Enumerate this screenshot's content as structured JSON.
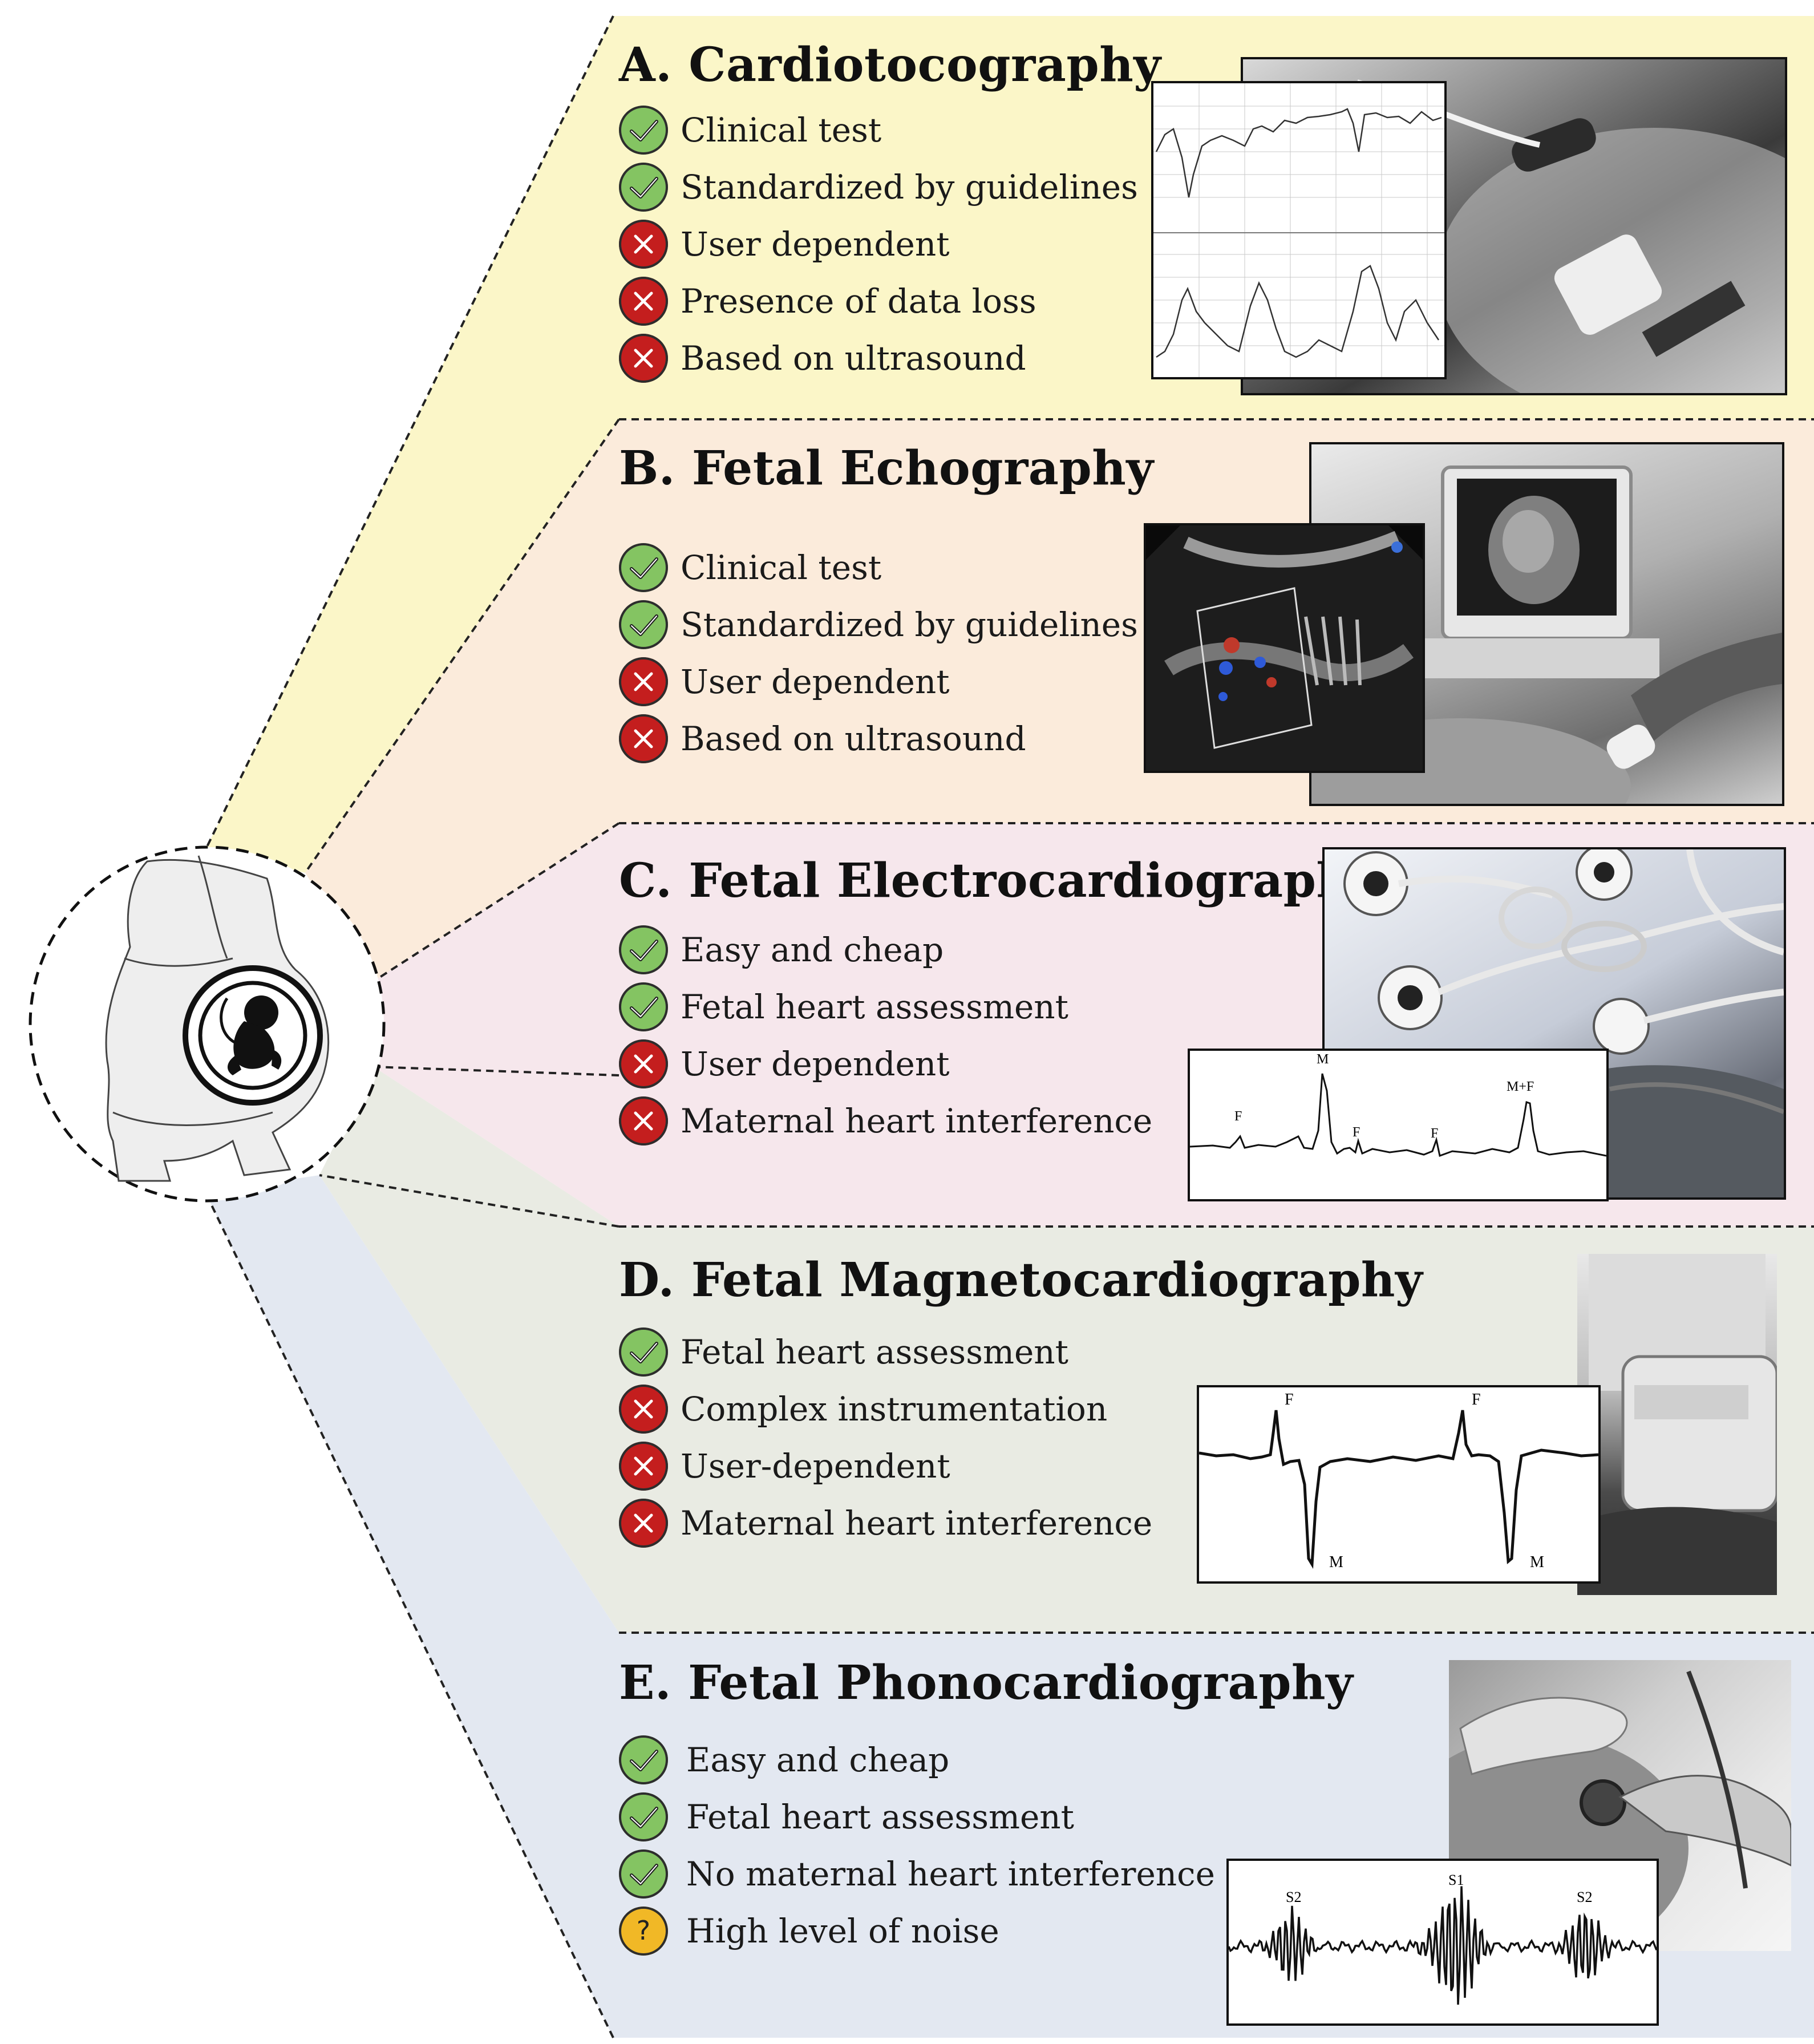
{
  "colors": {
    "panel_a": "#fbf6c8",
    "panel_b": "#fbebdb",
    "panel_c": "#f6e7ec",
    "panel_d": "#e9ebe3",
    "panel_e": "#e3e8f1",
    "check": "#84c462",
    "cross": "#c41e1e",
    "question": "#f1b826"
  },
  "center_icon": "pregnant-woman-fetus-icon",
  "panels": [
    {
      "id": "a",
      "title": "A. Cardiotocography",
      "items": [
        {
          "icon": "check",
          "text": "Clinical test"
        },
        {
          "icon": "check",
          "text": "Standardized by guidelines"
        },
        {
          "icon": "cross",
          "text": "User dependent"
        },
        {
          "icon": "cross",
          "text": "Presence of data loss"
        },
        {
          "icon": "cross",
          "text": "Based on ultrasound"
        }
      ]
    },
    {
      "id": "b",
      "title": "B. Fetal Echography",
      "items": [
        {
          "icon": "check",
          "text": "Clinical test"
        },
        {
          "icon": "check",
          "text": "Standardized by guidelines"
        },
        {
          "icon": "cross",
          "text": "User dependent"
        },
        {
          "icon": "cross",
          "text": "Based on ultrasound"
        }
      ]
    },
    {
      "id": "c",
      "title": "C. Fetal Electrocardiography",
      "items": [
        {
          "icon": "check",
          "text": "Easy and cheap"
        },
        {
          "icon": "check",
          "text": "Fetal heart assessment"
        },
        {
          "icon": "cross",
          "text": "User dependent"
        },
        {
          "icon": "cross",
          "text": "Maternal heart interference"
        }
      ],
      "wave_labels": [
        "F",
        "M",
        "F",
        "F",
        "M+F"
      ]
    },
    {
      "id": "d",
      "title": "D. Fetal Magnetocardiography",
      "items": [
        {
          "icon": "check",
          "text": "Fetal heart assessment"
        },
        {
          "icon": "cross",
          "text": "Complex instrumentation"
        },
        {
          "icon": "cross",
          "text": "User-dependent"
        },
        {
          "icon": "cross",
          "text": "Maternal heart interference"
        }
      ],
      "wave_labels": [
        "F",
        "M",
        "F",
        "M"
      ]
    },
    {
      "id": "e",
      "title": "E. Fetal Phonocardiography",
      "items": [
        {
          "icon": "check",
          "text": "Easy and cheap"
        },
        {
          "icon": "check",
          "text": "Fetal heart assessment"
        },
        {
          "icon": "check",
          "text": "No maternal heart interference"
        },
        {
          "icon": "question",
          "text": "High level of noise"
        }
      ],
      "wave_labels": [
        "S2",
        "S1",
        "S2"
      ]
    }
  ]
}
